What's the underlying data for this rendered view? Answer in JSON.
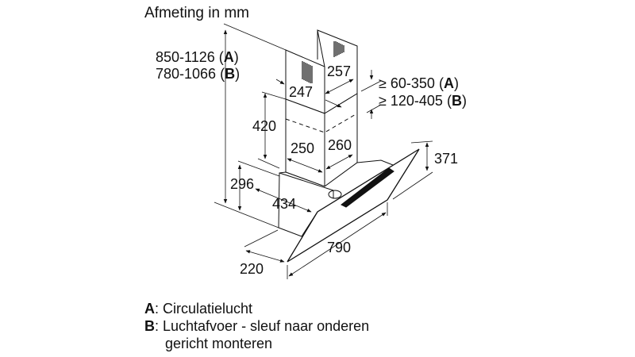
{
  "title": "Afmeting in mm",
  "height_total": {
    "a": "850-1126",
    "a_tag": "A",
    "b": "780-1066",
    "b_tag": "B"
  },
  "gap": {
    "a": "≥ 60-350",
    "a_tag": "A",
    "b": "≥ 120-405",
    "b_tag": "B"
  },
  "dimensions": {
    "upper_depth": "247",
    "upper_width": "257",
    "chimney_height": "420",
    "lower_depth": "250",
    "lower_width": "260",
    "glass_height": "371",
    "body_height": "296",
    "body_depth": "434",
    "glass_width": "790",
    "glass_depth": "220"
  },
  "legend": [
    {
      "key": "A",
      "text": ": Circulatielucht"
    },
    {
      "key": "B",
      "text": ": Luchtafvoer - sleuf naar onderen"
    },
    {
      "key": "",
      "text": "gericht monteren"
    }
  ]
}
